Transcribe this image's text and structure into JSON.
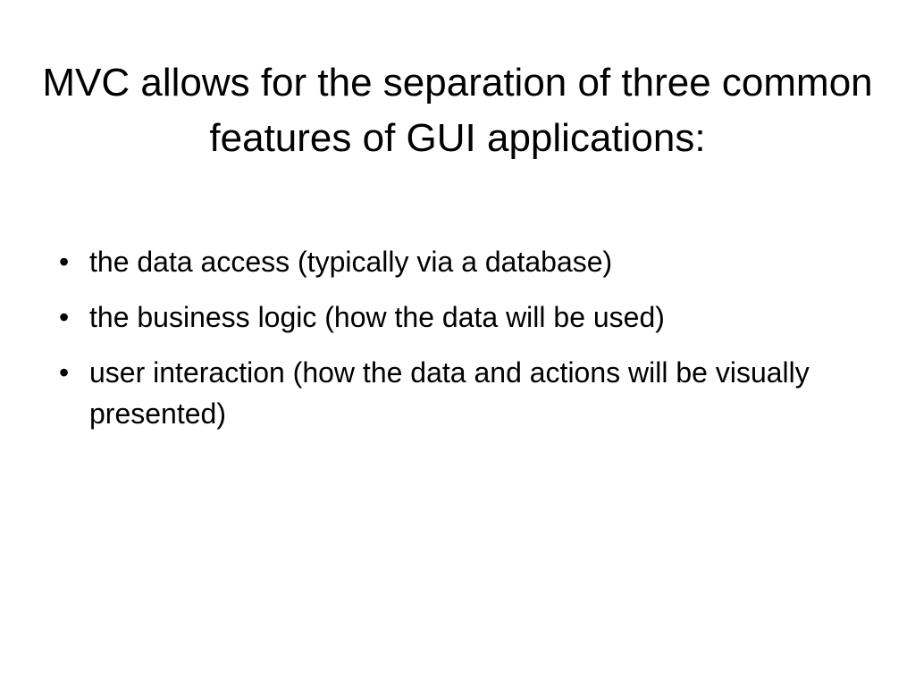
{
  "slide": {
    "title": "MVC allows for the separation of three common features of GUI applications:",
    "bullet_glyph": "•",
    "bullets": [
      "the data access (typically via a database)",
      "the business logic (how the data will be used)",
      "user interaction (how the data and actions will be visually presented)"
    ]
  }
}
